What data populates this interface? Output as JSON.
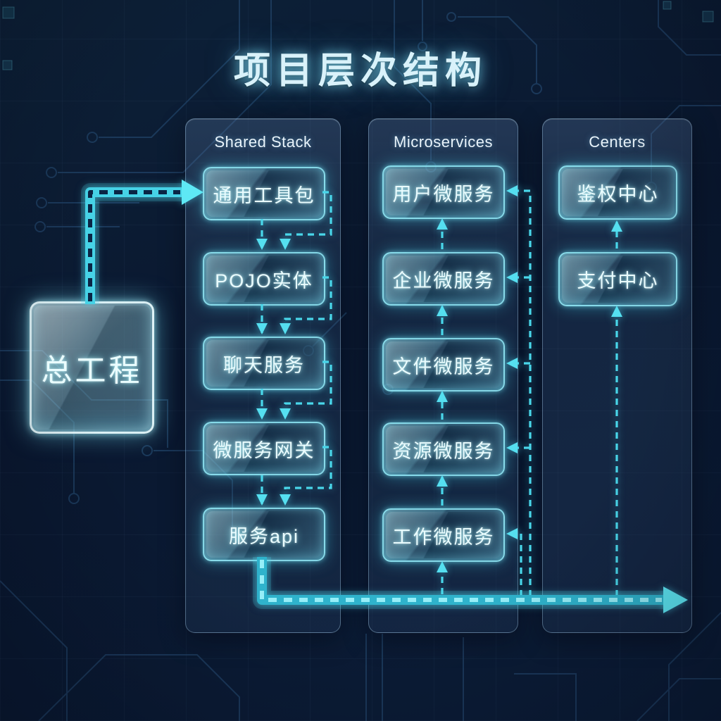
{
  "title": "项目层次结构",
  "root": {
    "label": "总工程"
  },
  "columns": [
    {
      "header": "Shared Stack",
      "boxes": [
        "通用工具包",
        "POJO实体",
        "聊天服务",
        "微服务网关",
        "服务api"
      ]
    },
    {
      "header": "Microservices",
      "boxes": [
        "用户微服务",
        "企业微服务",
        "文件微服务",
        "资源微服务",
        "工作微服务"
      ]
    },
    {
      "header": "Centers",
      "boxes": [
        "鉴权中心",
        "支付中心"
      ]
    }
  ],
  "colors": {
    "background": "#0b1a31",
    "accent": "#49d6e8",
    "accent_bright": "#9bf0fa",
    "accent_dark_dash": "#0a2545",
    "node_border": "#8fe9f4",
    "panel_border": "#a8ccea"
  }
}
